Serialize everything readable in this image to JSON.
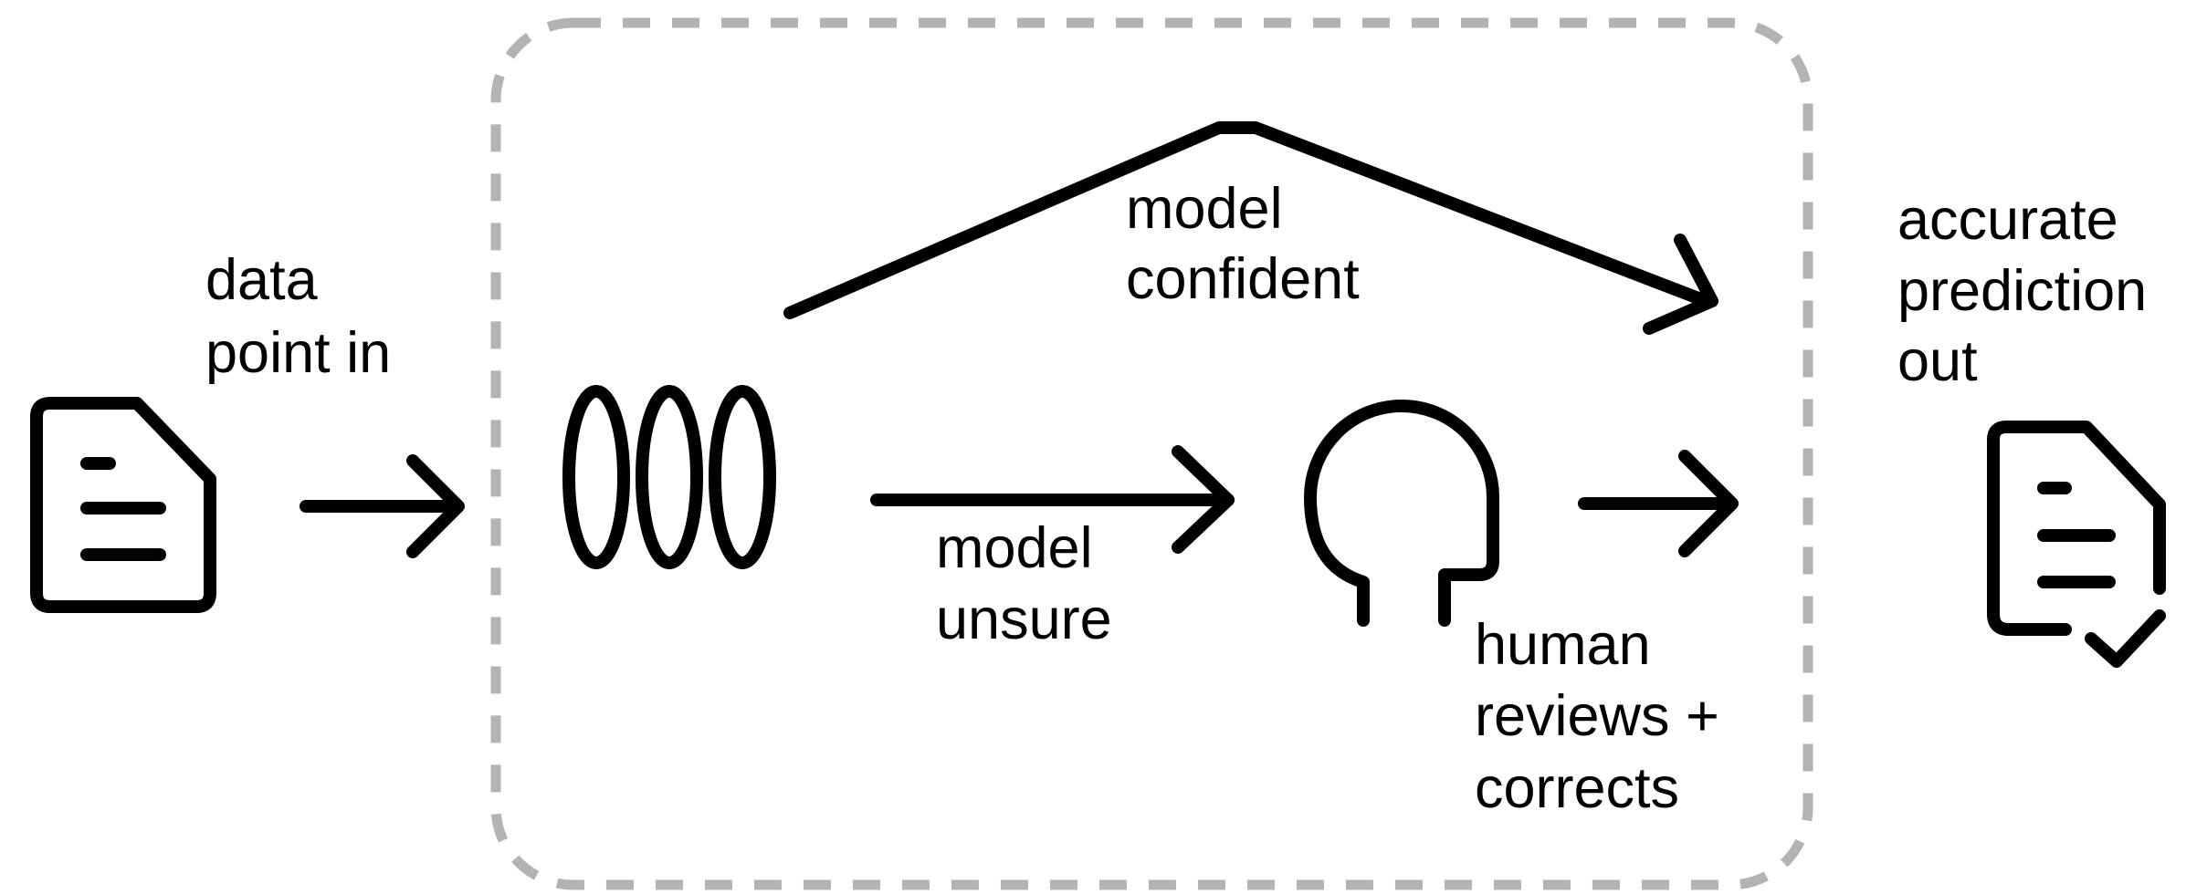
{
  "labels": {
    "input": [
      "data",
      "point in"
    ],
    "confident": [
      "model",
      "confident"
    ],
    "unsure": [
      "model",
      "unsure"
    ],
    "human": [
      "human",
      "reviews +",
      "corrects"
    ],
    "output": [
      "accurate",
      "prediction",
      "out"
    ]
  },
  "icons": {
    "input_document": "document-icon",
    "model": "model-coil-icon",
    "human_reviewer": "human-head-icon",
    "output_document": "document-check-icon"
  },
  "colors": {
    "stroke": "#000000",
    "boundary": "#b3b3b3",
    "background": "#ffffff"
  }
}
